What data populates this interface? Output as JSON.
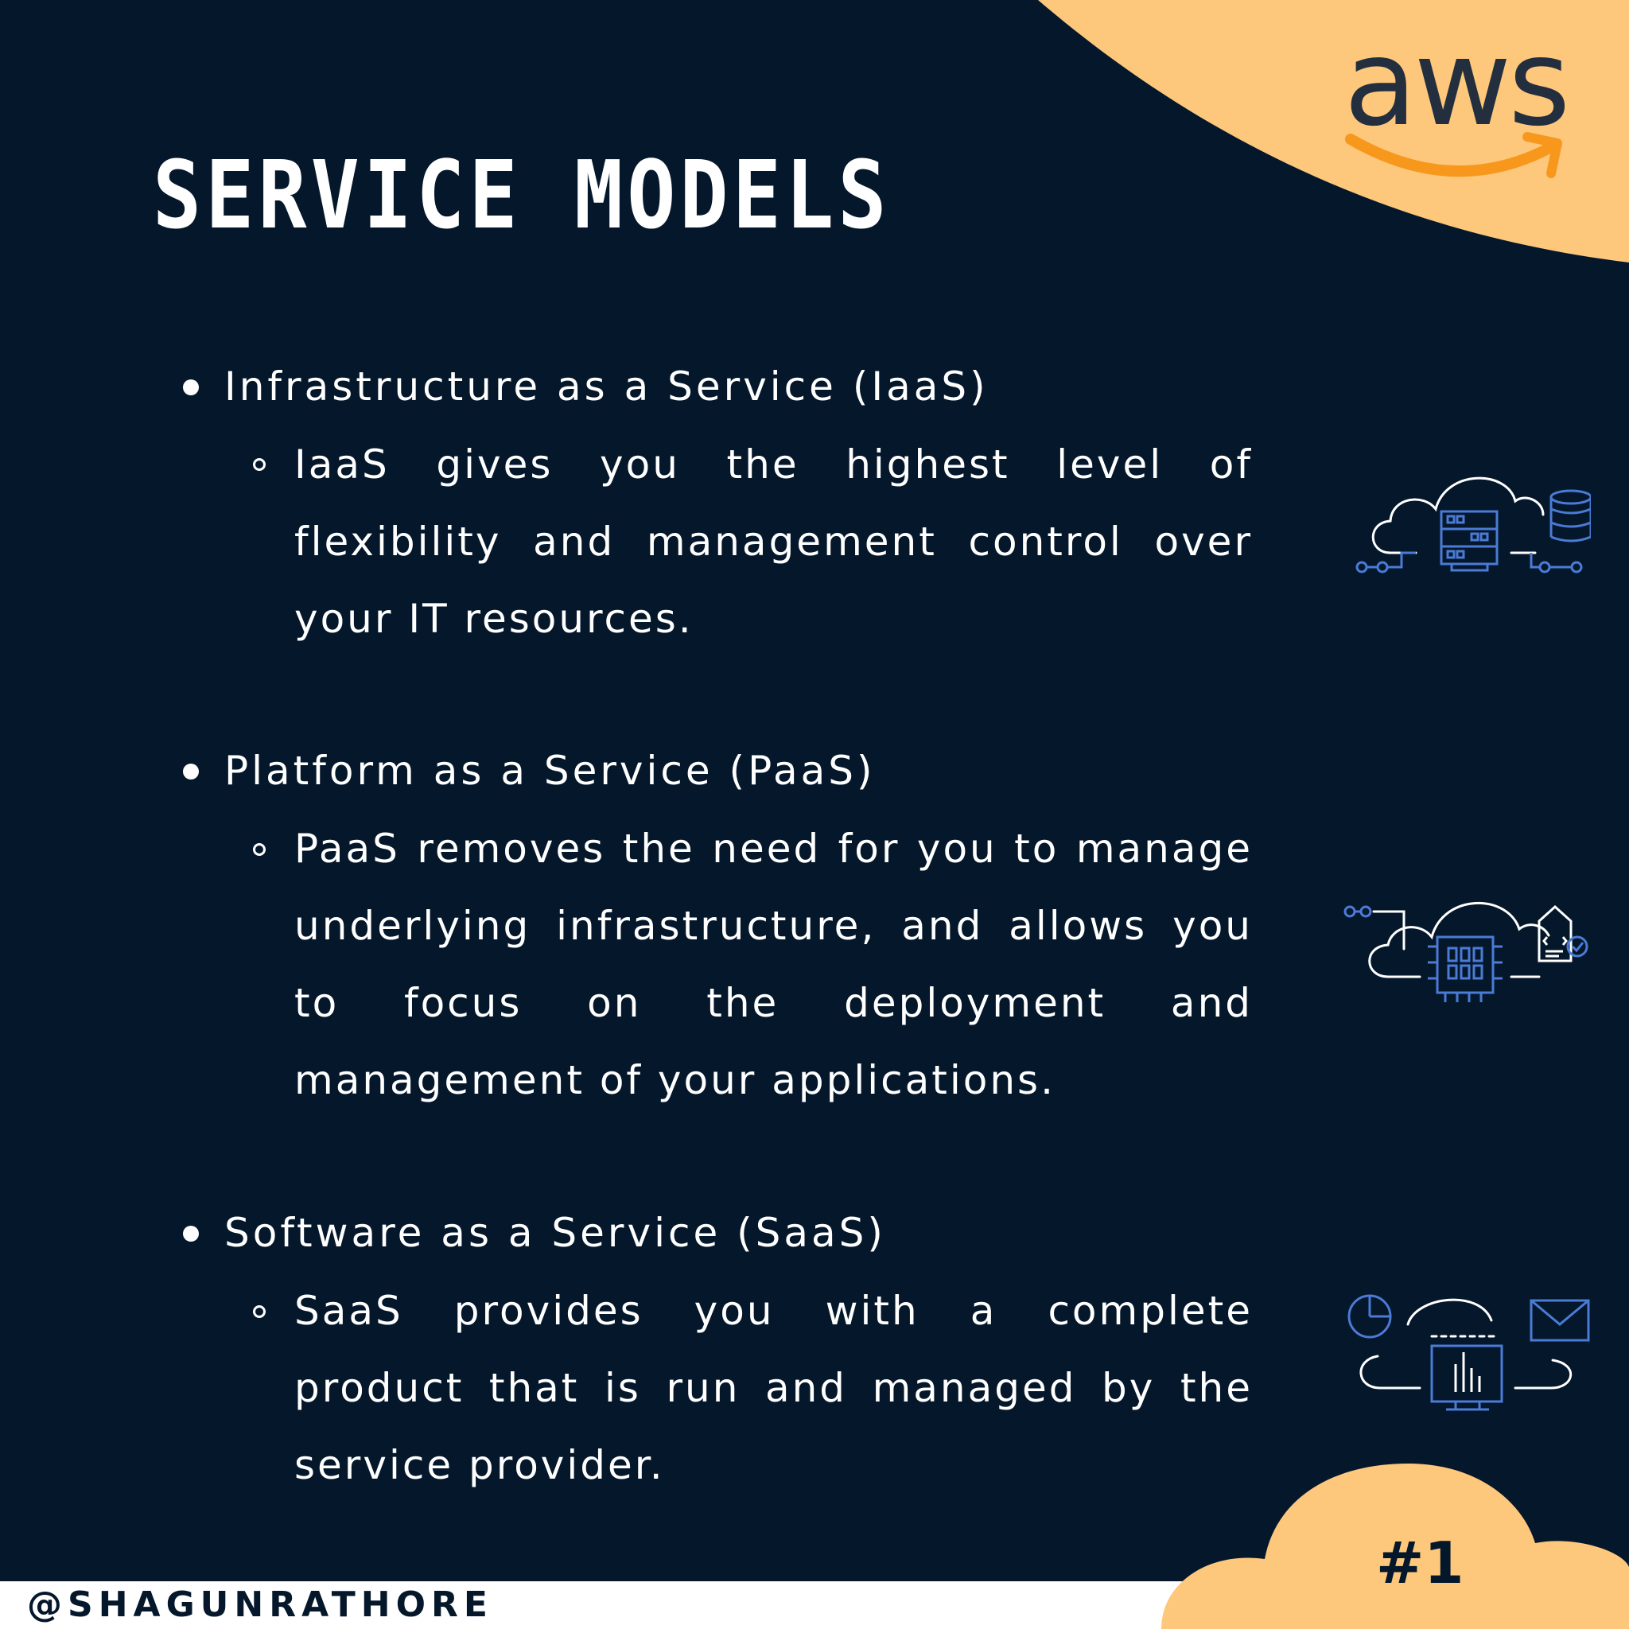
{
  "brand": {
    "logo_text": "aws",
    "colors": {
      "background": "#05172b",
      "accent": "#fdc77c",
      "smile": "#f7981d",
      "icon_blue": "#4a7bd6"
    }
  },
  "title": "SERVICE MODELS",
  "items": [
    {
      "title": "Infrastructure as a Service (IaaS)",
      "description": "IaaS gives you the highest level of flexibility and management control over your IT resources.",
      "icon": "cloud-server-database-icon"
    },
    {
      "title": "Platform as a Service (PaaS)",
      "description": "PaaS removes the need for you to manage underlying infrastructure, and allows you to focus on the deployment and management of your applications.",
      "icon": "cloud-chip-certificate-icon"
    },
    {
      "title": "Software as a Service (SaaS)",
      "description": "SaaS provides you with a complete product that is run and managed by the service provider.",
      "icon": "cloud-monitor-mail-icon"
    }
  ],
  "footer": {
    "handle": "@SHAGUNRATHORE",
    "badge": "#1"
  }
}
